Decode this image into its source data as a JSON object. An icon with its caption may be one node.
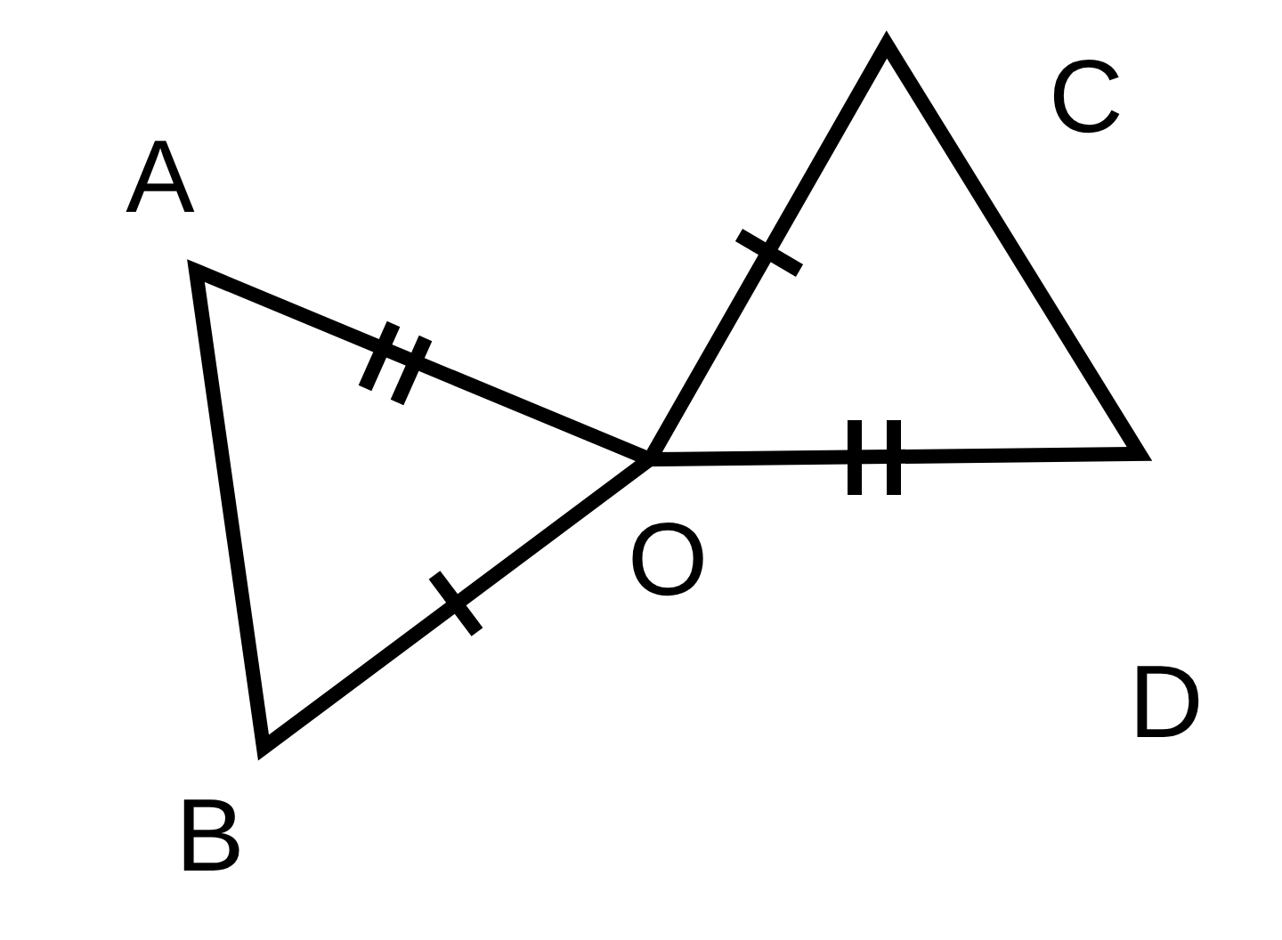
{
  "diagram": {
    "labels": [
      "C",
      "A",
      "O",
      "D",
      "B"
    ]
  }
}
